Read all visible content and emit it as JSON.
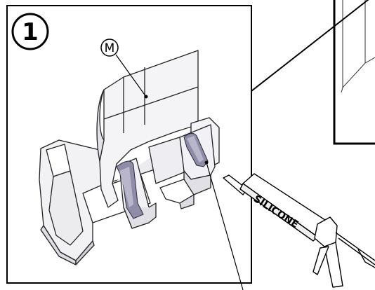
{
  "step": {
    "number": "1"
  },
  "callout": {
    "letter": "M"
  },
  "tube": {
    "label": "SILICONE"
  }
}
